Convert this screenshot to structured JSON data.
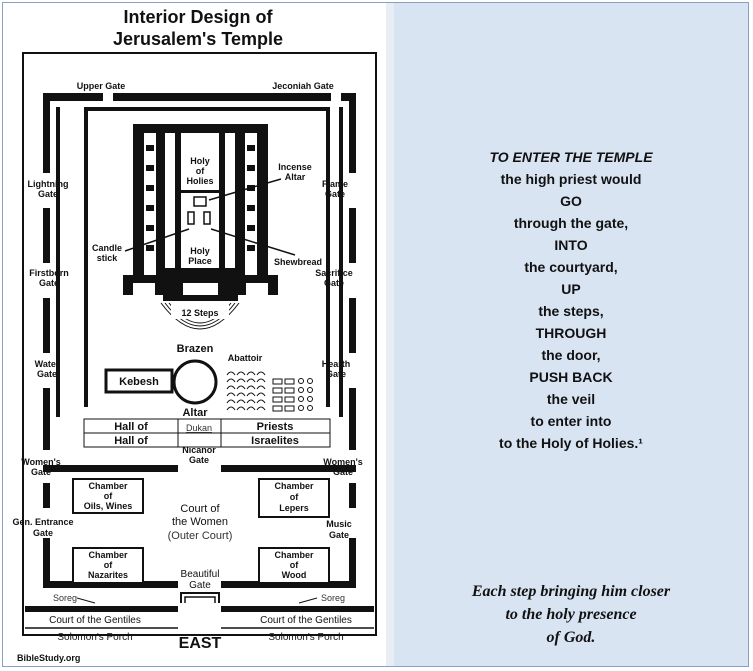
{
  "diagram": {
    "title_line1": "Interior Design of",
    "title_line2": "Jerusalem's Temple",
    "gates": {
      "upper": "Upper Gate",
      "jeconiah": "Jeconiah Gate",
      "lightning": [
        "Lightning",
        "Gate"
      ],
      "flame": [
        "Flame",
        "Gate"
      ],
      "firstborn": [
        "Firstborn",
        "Gate"
      ],
      "sacrifice": [
        "Sacrifice",
        "Gate"
      ],
      "water": [
        "Water",
        "Gate"
      ],
      "hearth": [
        "Hearth",
        "Gate"
      ],
      "womens_left": [
        "Women's",
        "Gate"
      ],
      "womens_right": [
        "Women's",
        "Gate"
      ],
      "gen_entrance": [
        "Gen. Entrance",
        "Gate"
      ],
      "music": [
        "Music",
        "Gate"
      ],
      "nicanor": [
        "Nicanor",
        "Gate"
      ],
      "beautiful": [
        "Beautiful",
        "Gate"
      ]
    },
    "holy_of_holies": [
      "Holy",
      "of",
      "Holies"
    ],
    "holy_place": [
      "Holy",
      "Place"
    ],
    "incense_altar": [
      "Incense",
      "Altar"
    ],
    "candlestick": [
      "Candle",
      "stick"
    ],
    "shewbread": "Shewbread",
    "steps": "12 Steps",
    "brazen": "Brazen",
    "altar": "Altar",
    "kebesh": "Kebesh",
    "abattoir": "Abattoir",
    "hall_of_1": "Hall of",
    "hall_of_2": "Hall of",
    "dukan": "Dukan",
    "priests": "Priests",
    "israelites": "Israelites",
    "court_women": [
      "Court of",
      "the Women"
    ],
    "outer_court": "(Outer Court)",
    "chamber_oils": [
      "Chamber",
      "of",
      "Oils, Wines"
    ],
    "chamber_lepers": [
      "Chamber",
      "of",
      "Lepers"
    ],
    "chamber_nazarites": [
      "Chamber",
      "of",
      "Nazarites"
    ],
    "chamber_wood": [
      "Chamber",
      "of",
      "Wood"
    ],
    "soreg_left": "Soreg",
    "soreg_right": "Soreg",
    "court_gentiles_left": "Court of the Gentiles",
    "court_gentiles_right": "Court of the Gentiles",
    "solomons_porch_left": "Solomon's Porch",
    "solomons_porch_right": "Solomon's Porch",
    "east": "EAST",
    "credit": "BibleStudy.org"
  },
  "text": {
    "lines": [
      "TO ENTER THE TEMPLE",
      "the high priest would",
      "GO",
      "through the gate,",
      "INTO",
      "the courtyard,",
      "UP",
      "the steps,",
      "THROUGH",
      "the door,",
      "PUSH BACK",
      "the veil",
      "to enter into",
      "to the Holy of Holies.¹"
    ],
    "closing": [
      "Each step bringing him closer",
      "to the holy presence",
      "of God."
    ]
  }
}
